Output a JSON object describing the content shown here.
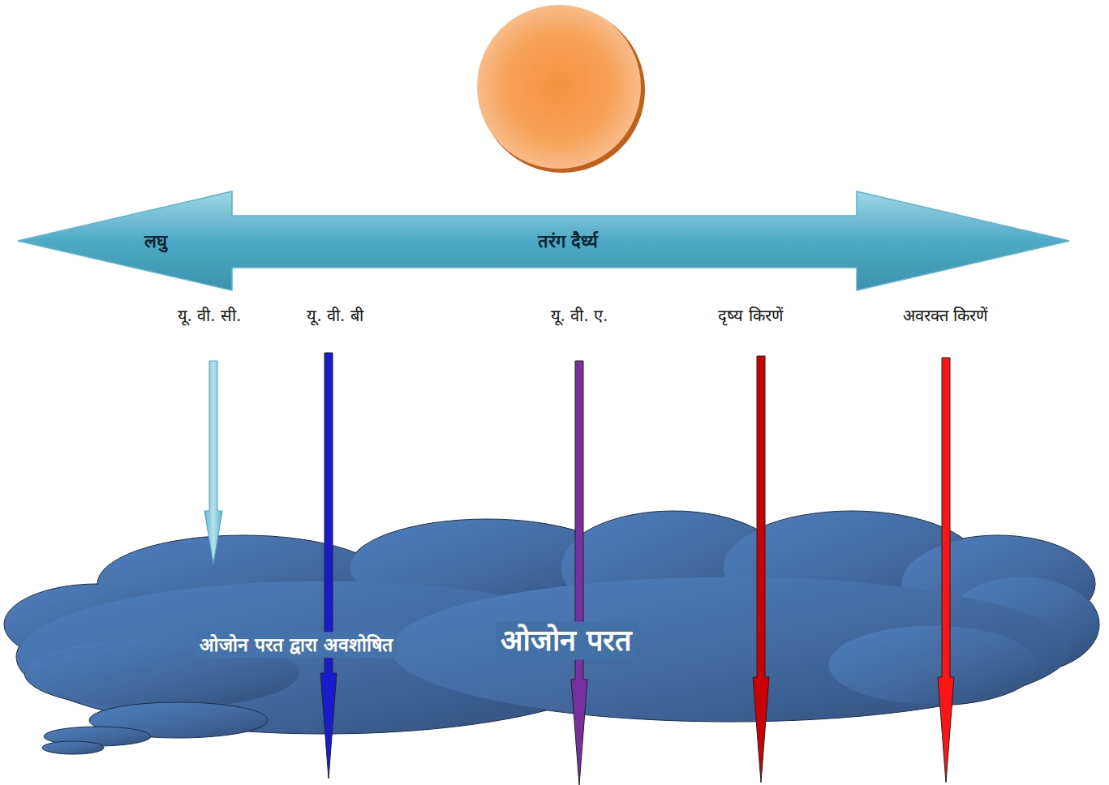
{
  "diagram": {
    "nodes": [
      {
        "text": [
          "लघु",
          "तरंग दैर्ध्य"
        ]
      },
      {
        "text": [
          "ओजोन परत द्वारा अवशोषित",
          "ओजोन परत"
        ]
      }
    ],
    "labels": [
      "यू. वी. सी.",
      "यू. वी. बी",
      "यू. वी. ए.",
      "दृष्य किरणें",
      "अवरक्त किरणें"
    ]
  }
}
